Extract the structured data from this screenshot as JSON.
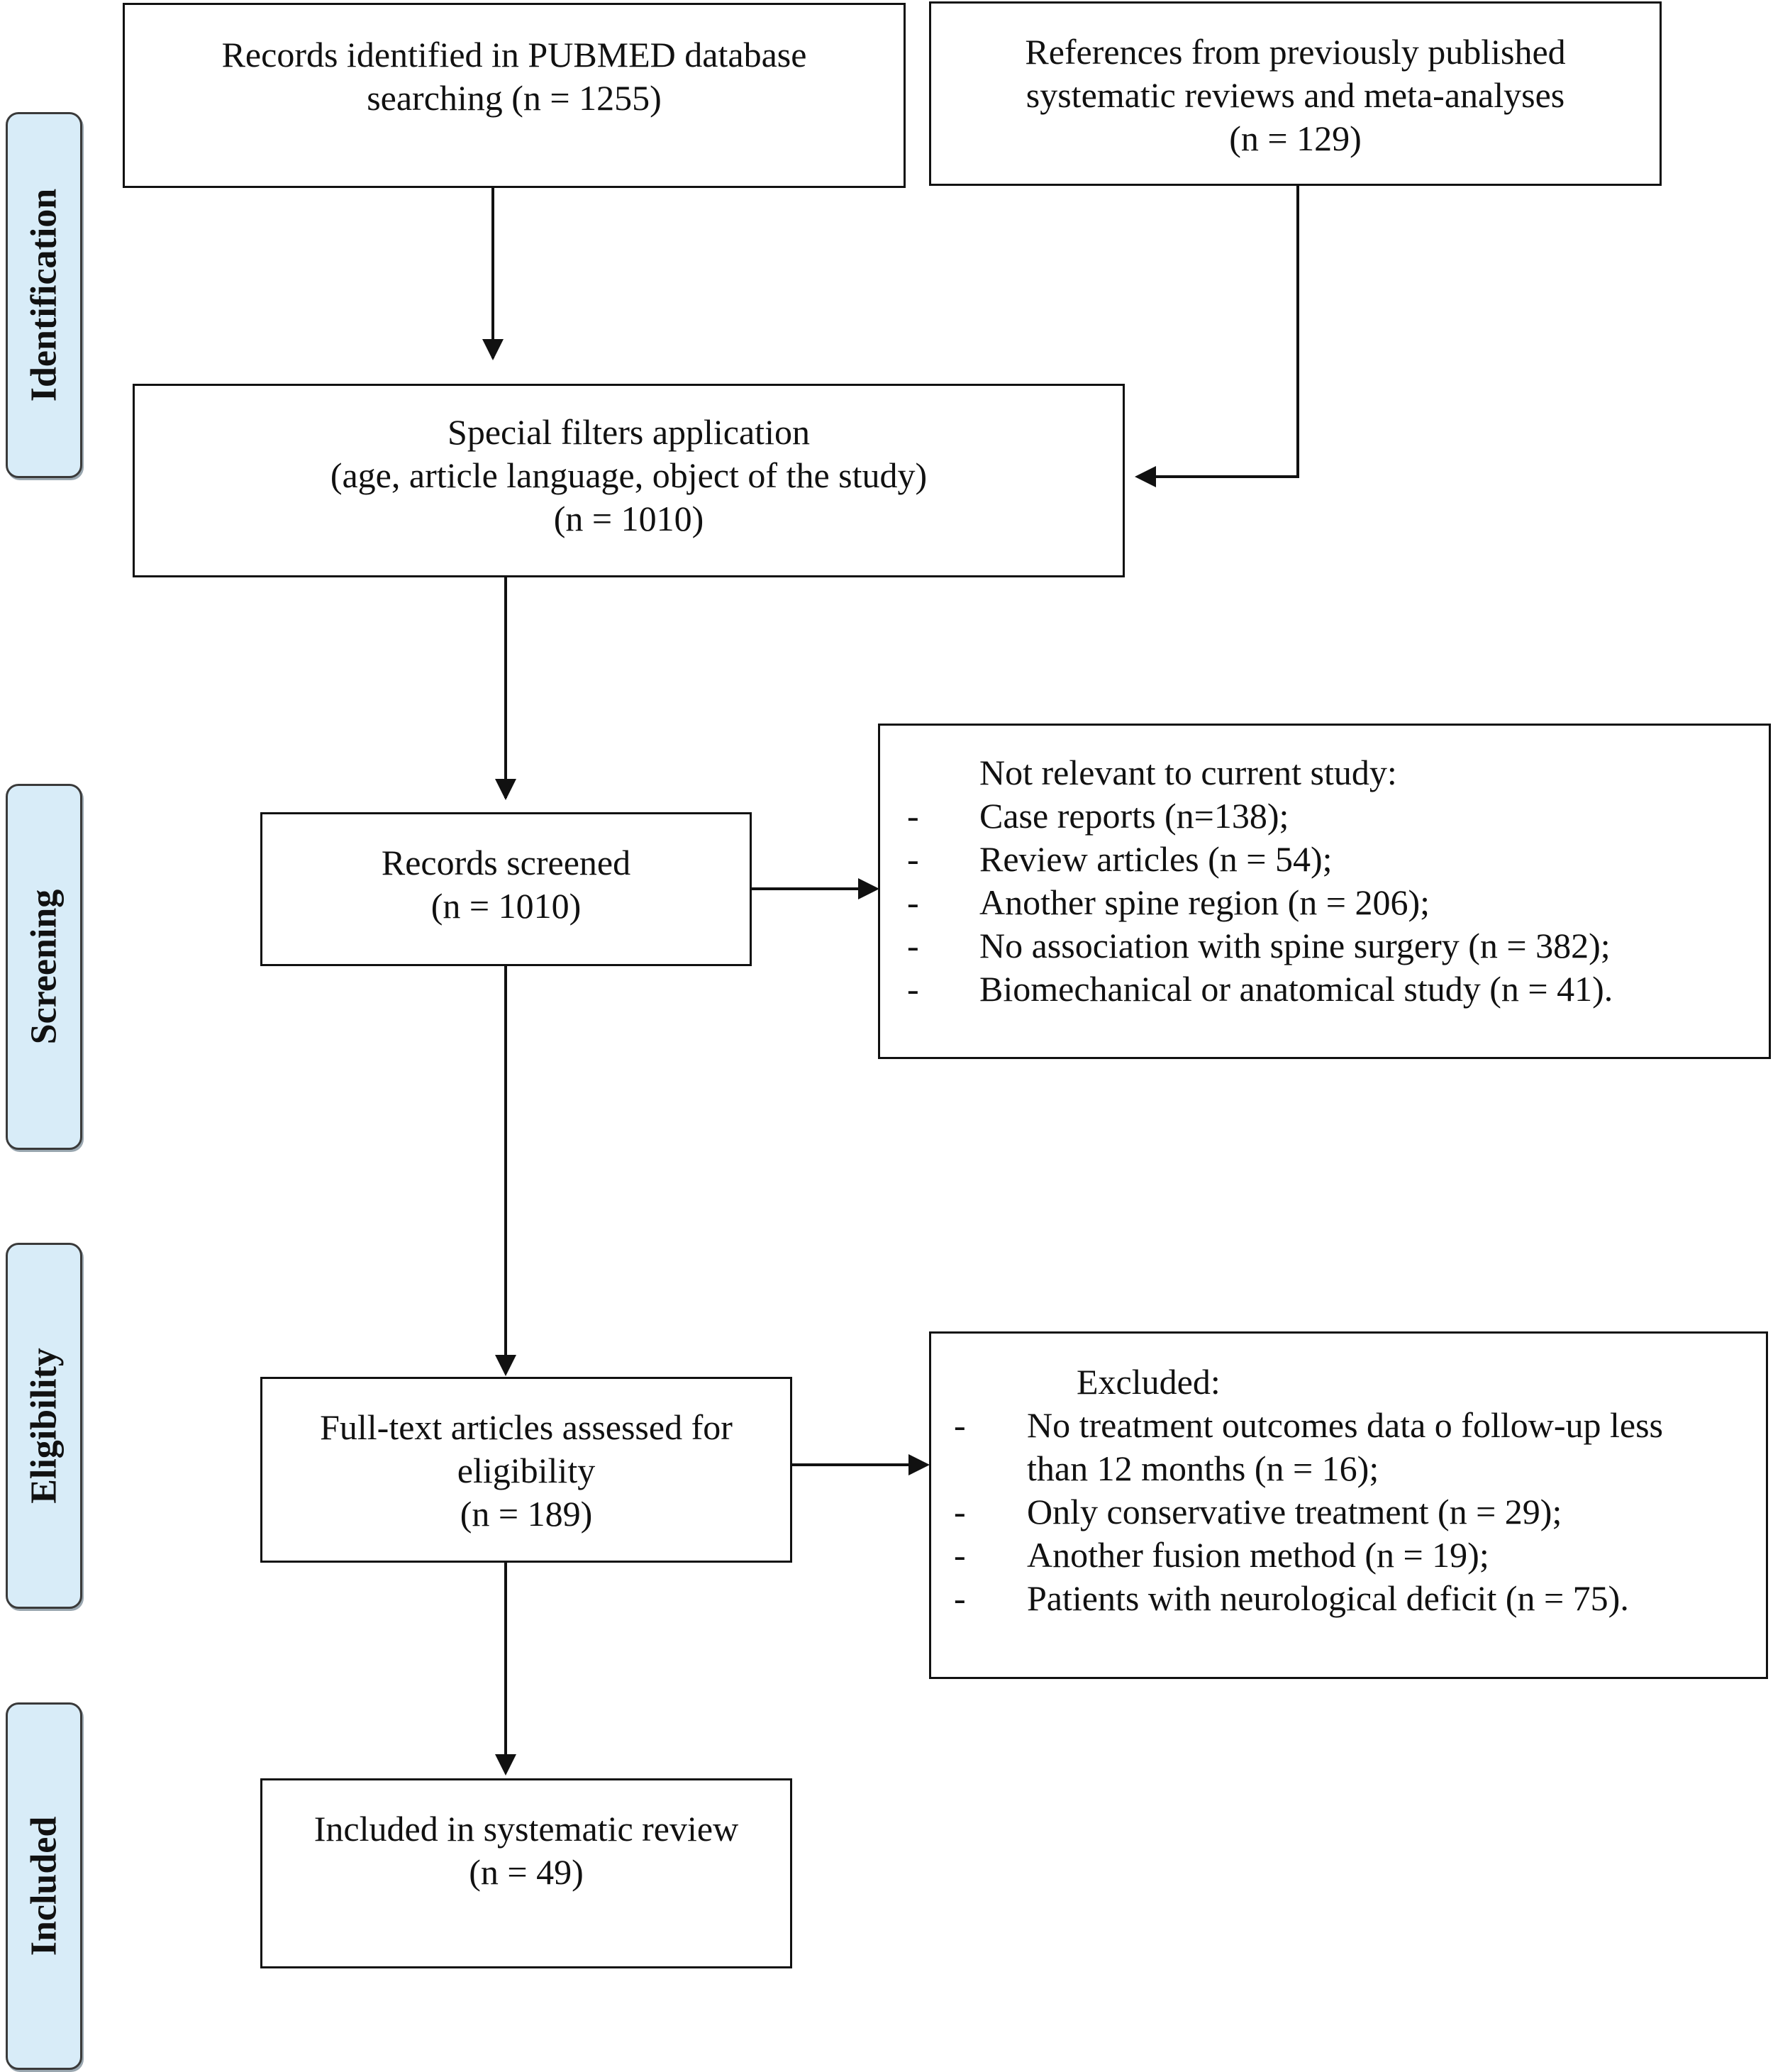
{
  "stages": {
    "identification": "Identification",
    "screening": "Screening",
    "eligibility": "Eligibility",
    "included": "Included"
  },
  "boxes": {
    "pubmed": {
      "line1": "Records identified in PUBMED database",
      "line2": "searching (n = 1255)"
    },
    "references": {
      "line1": "References from previously published",
      "line2": "systematic reviews and meta-analyses",
      "line3": "(n = 129)"
    },
    "filters": {
      "line1": "Special filters application",
      "line2": "(age, article language, object of the study)",
      "line3": "(n = 1010)"
    },
    "screened": {
      "line1": "Records screened",
      "line2": "(n = 1010)"
    },
    "fulltext": {
      "line1": "Full-text articles assessed for",
      "line2": "eligibility",
      "line3": "(n = 189)"
    },
    "included": {
      "line1": "Included in systematic review",
      "line2": "(n = 49)"
    }
  },
  "not_relevant": {
    "heading": "Not relevant to current study:",
    "items": [
      "Case reports (n=138);",
      "Review articles (n = 54);",
      "Another spine region (n = 206);",
      "No association with spine surgery (n = 382);",
      "Biomechanical or anatomical study (n = 41)."
    ]
  },
  "excluded": {
    "heading": "Excluded:",
    "items": [
      "No treatment outcomes data o follow-up less",
      "than 12 months (n = 16);",
      "Only conservative treatment (n = 29);",
      "Another fusion method (n = 19);",
      "Patients with neurological deficit (n = 75)."
    ]
  },
  "bullet": "-"
}
